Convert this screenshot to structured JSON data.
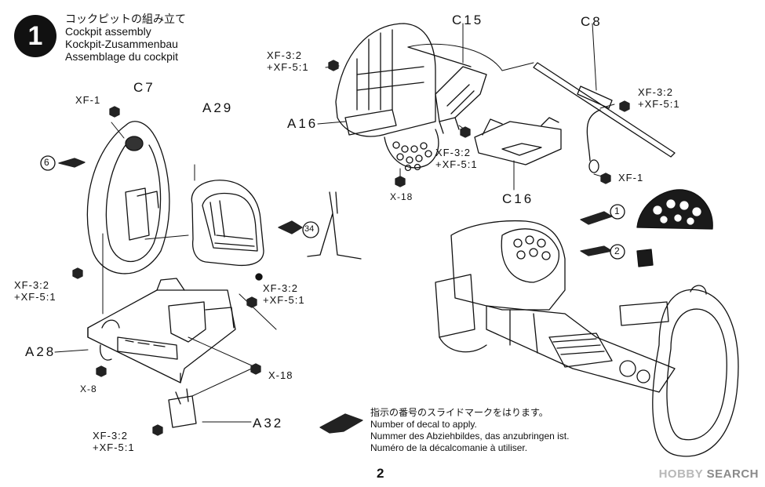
{
  "step": {
    "number": "1",
    "title_ja": "コックピットの組み立て",
    "title_en": "Cockpit assembly",
    "title_de": "Kockpit-Zusammenbau",
    "title_fr": "Assemblage du cockpit"
  },
  "part_labels": {
    "c7": "C7",
    "a29": "A29",
    "a16": "A16",
    "c15": "C15",
    "c8": "C8",
    "c16": "C16",
    "a28": "A28",
    "a32": "A32"
  },
  "paint_labels": {
    "xf1_top": "XF-1",
    "xf1_right": "XF-1",
    "mix_a16": [
      "XF-3:2",
      "+XF-5:1"
    ],
    "mix_c8": [
      "XF-3:2",
      "+XF-5:1"
    ],
    "mix_panel": [
      "XF-3:2",
      "+XF-5:1"
    ],
    "mix_left": [
      "XF-3:2",
      "+XF-5:1"
    ],
    "mix_mid": [
      "XF-3:2",
      "+XF-5:1"
    ],
    "mix_bottom": [
      "XF-3:2",
      "+XF-5:1"
    ],
    "x18_top": "X-18",
    "x18_mid": "X-18",
    "x8": "X-8"
  },
  "decal_numbers": {
    "d6": "6",
    "d34": "34",
    "d1": "1",
    "d2": "2"
  },
  "legend": {
    "ja": "指示の番号のスライドマークをはります。",
    "en": "Number of decal to apply.",
    "de": "Nummer des Abziehbildes, das anzubringen ist.",
    "fr": "Numéro de la décalcomanie à utiliser."
  },
  "page_number": "2",
  "watermark": {
    "hobby": "HOBBY",
    "search": "SEARCH"
  }
}
